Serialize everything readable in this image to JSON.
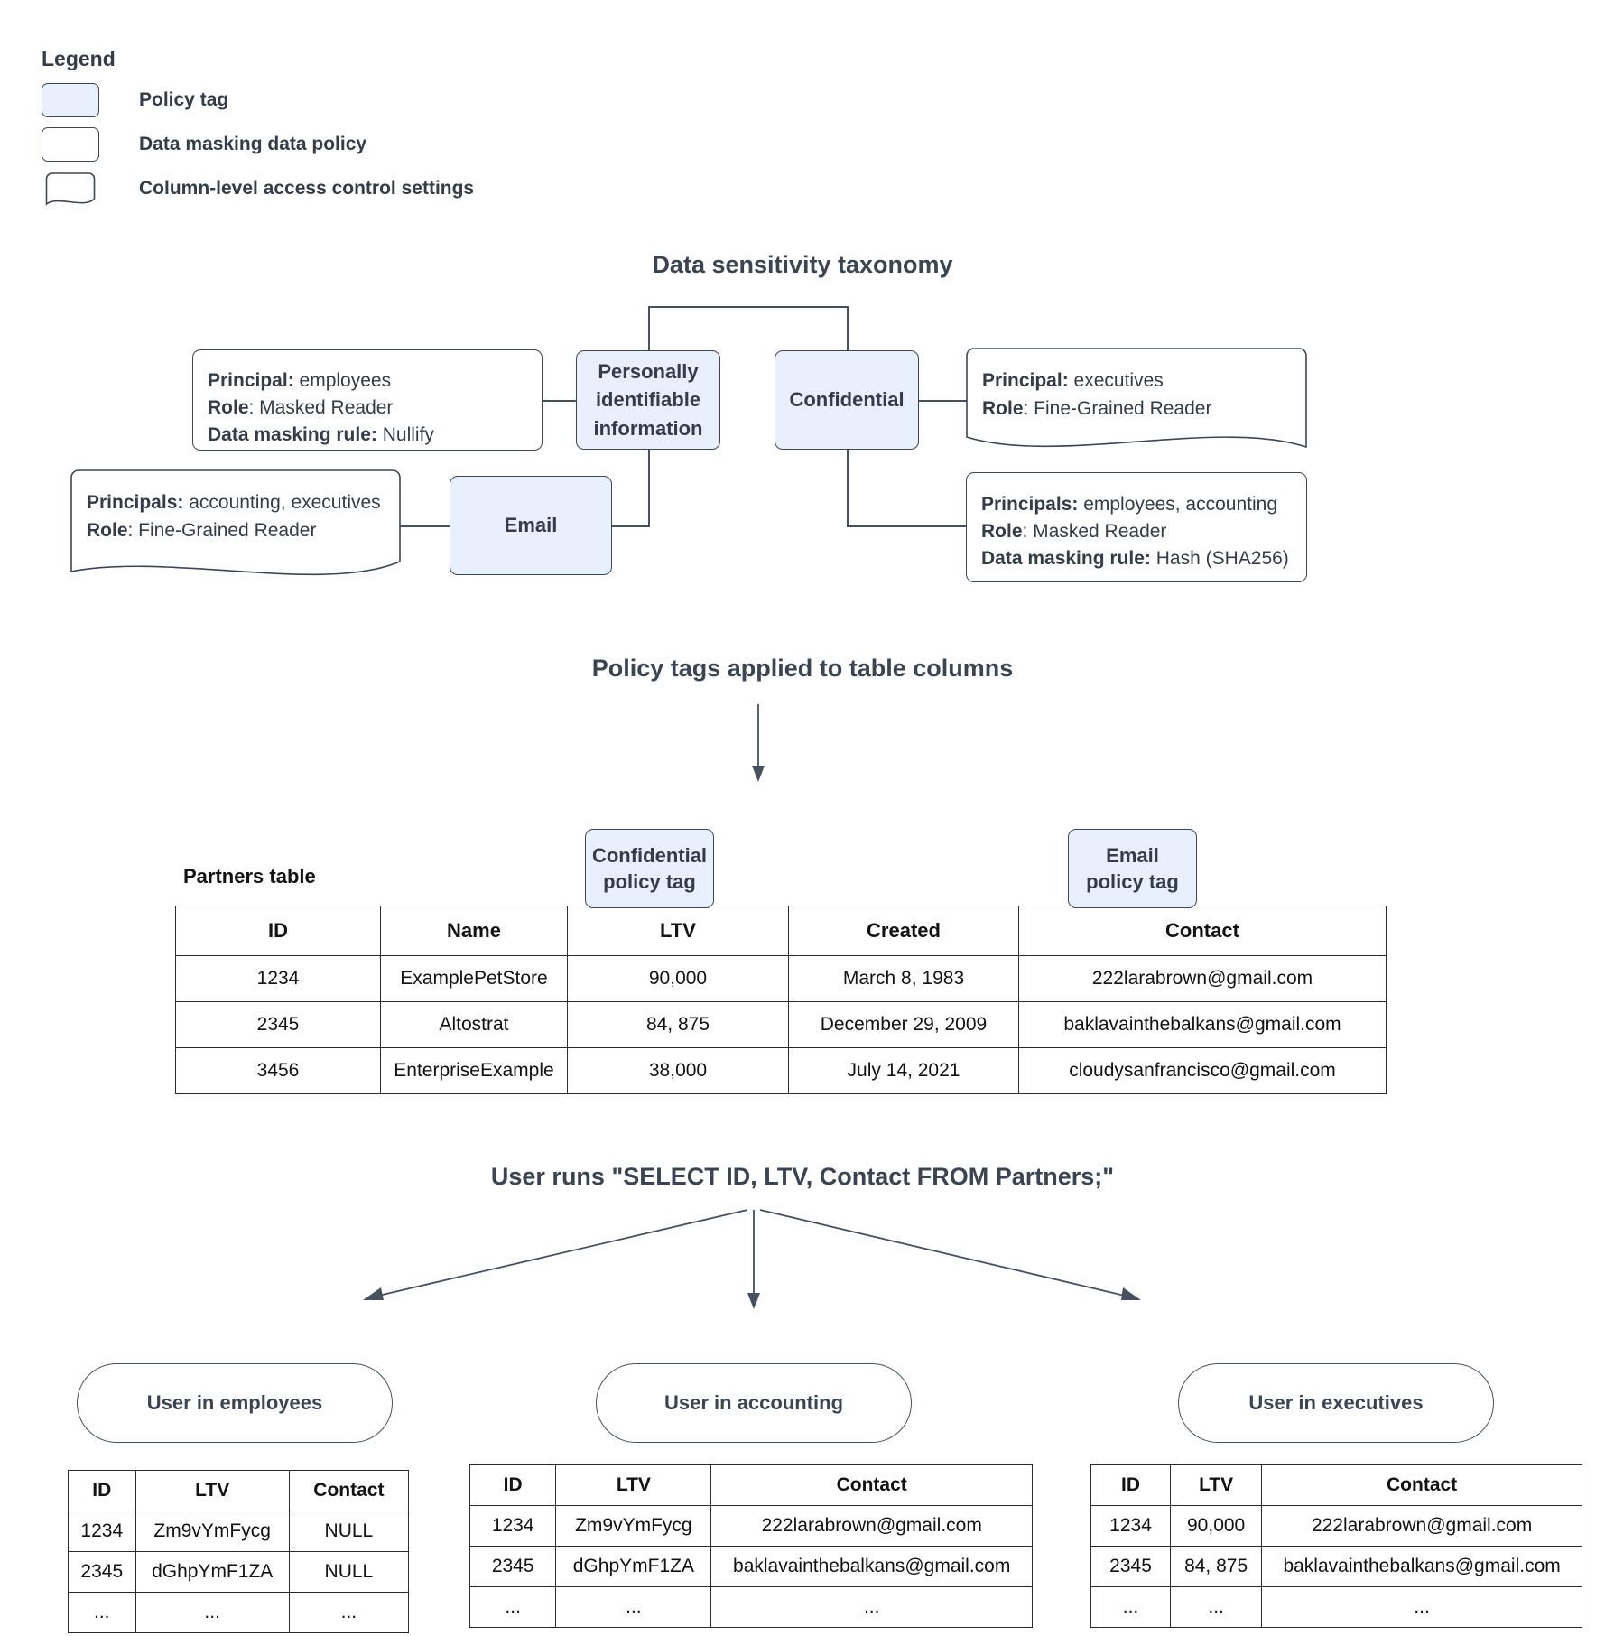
{
  "legend": {
    "title": "Legend",
    "items": [
      {
        "label": "Policy tag",
        "swatch": "policy-tag",
        "color": "#e8f0fe"
      },
      {
        "label": "Data masking data policy",
        "swatch": "data-masking-policy",
        "color": "#ffffff"
      },
      {
        "label": "Column-level access control settings",
        "swatch": "column-level-access-control",
        "color": "#ffffff"
      }
    ]
  },
  "sections": {
    "taxonomy_title": "Data sensitivity taxonomy",
    "policy_tags_title": "Policy tags applied to table columns",
    "query_title": "User runs \"SELECT ID, LTV, Contact FROM Partners;\""
  },
  "taxonomy": {
    "pii_tag": "Personally identifiable information",
    "confidential_tag": "Confidential",
    "email_tag": "Email",
    "pii_masking": {
      "principal_label": "Principal:",
      "principal_value": " employees",
      "role_label": "Role",
      "role_value": ": Masked Reader",
      "rule_label": "Data masking rule:",
      "rule_value": " Nullify"
    },
    "email_access": {
      "principals_label": "Principals:",
      "principals_value": " accounting, executives",
      "role_label": "Role",
      "role_value": ": Fine-Grained Reader"
    },
    "confidential_access": {
      "principal_label": "Principal:",
      "principal_value": " executives",
      "role_label": "Role",
      "role_value": ": Fine-Grained Reader"
    },
    "confidential_masking": {
      "principals_label": "Principals:",
      "principals_value": " employees, accounting",
      "role_label": "Role",
      "role_value": ": Masked Reader",
      "rule_label": "Data masking rule:",
      "rule_value": " Hash (SHA256)"
    }
  },
  "partners": {
    "caption": "Partners table",
    "confidential_tag_line1": "Confidential",
    "confidential_tag_line2": "policy tag",
    "email_tag_line1": "Email",
    "email_tag_line2": "policy tag",
    "columns": [
      "ID",
      "Name",
      "LTV",
      "Created",
      "Contact"
    ],
    "rows": [
      [
        "1234",
        "ExamplePetStore",
        "90,000",
        "March 8, 1983",
        "222larabrown@gmail.com"
      ],
      [
        "2345",
        "Altostrat",
        "84, 875",
        "December 29, 2009",
        "baklavainthebalkans@gmail.com"
      ],
      [
        "3456",
        "EnterpriseExample",
        "38,000",
        "July 14, 2021",
        "cloudysanfrancisco@gmail.com"
      ]
    ]
  },
  "results": [
    {
      "persona": "User in employees",
      "columns": [
        "ID",
        "LTV",
        "Contact"
      ],
      "rows": [
        [
          "1234",
          "Zm9vYmFycg",
          "NULL"
        ],
        [
          "2345",
          "dGhpYmF1ZA",
          "NULL"
        ],
        [
          "...",
          "...",
          "..."
        ]
      ]
    },
    {
      "persona": "User in accounting",
      "columns": [
        "ID",
        "LTV",
        "Contact"
      ],
      "rows": [
        [
          "1234",
          "Zm9vYmFycg",
          "222larabrown@gmail.com"
        ],
        [
          "2345",
          "dGhpYmF1ZA",
          "baklavainthebalkans@gmail.com"
        ],
        [
          "...",
          "...",
          "..."
        ]
      ]
    },
    {
      "persona": "User in executives",
      "columns": [
        "ID",
        "LTV",
        "Contact"
      ],
      "rows": [
        [
          "1234",
          "90,000",
          "222larabrown@gmail.com"
        ],
        [
          "2345",
          "84, 875",
          "baklavainthebalkans@gmail.com"
        ],
        [
          "...",
          "...",
          "..."
        ]
      ]
    }
  ],
  "colors": {
    "policy_tag_fill": "#e8f0fe",
    "node_stroke": "#3d4654",
    "text": "#343c48",
    "table_stroke": "#2b2b2b"
  }
}
